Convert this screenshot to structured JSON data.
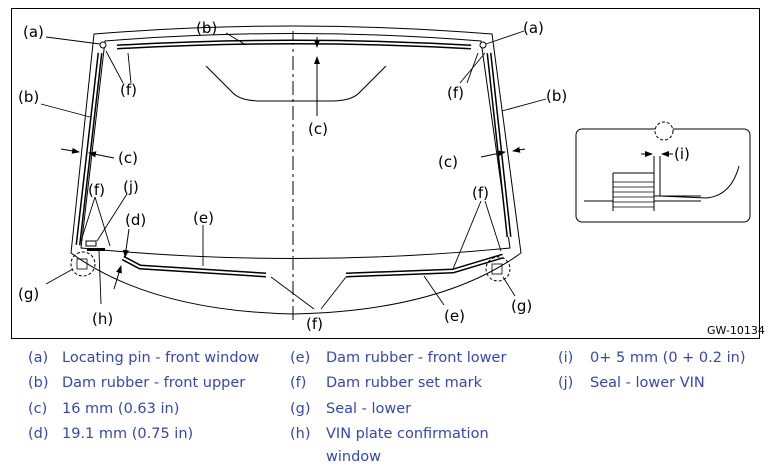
{
  "figure": {
    "code": "GW-10134",
    "callouts": {
      "a": "(a)",
      "b": "(b)",
      "c": "(c)",
      "d": "(d)",
      "e": "(e)",
      "f": "(f)",
      "g": "(g)",
      "h": "(h)",
      "i": "(i)",
      "j": "(j)"
    }
  },
  "legend": [
    {
      "key": "(a)",
      "text": "Locating pin - front window"
    },
    {
      "key": "(b)",
      "text": "Dam rubber - front upper"
    },
    {
      "key": "(c)",
      "text": "16 mm (0.63 in)"
    },
    {
      "key": "(d)",
      "text": "19.1 mm (0.75 in)"
    },
    {
      "key": "(e)",
      "text": "Dam rubber - front lower"
    },
    {
      "key": "(f)",
      "text": "Dam rubber set mark"
    },
    {
      "key": "(g)",
      "text": "Seal - lower"
    },
    {
      "key": "(h)",
      "text": "VIN plate confirmation",
      "text2": "window"
    },
    {
      "key": "(i)",
      "text": "0+ 5 mm (0 + 0.2 in)"
    },
    {
      "key": "(j)",
      "text": "Seal - lower VIN"
    }
  ],
  "colors": {
    "legend_text": "#3347b8",
    "line": "#000000"
  }
}
